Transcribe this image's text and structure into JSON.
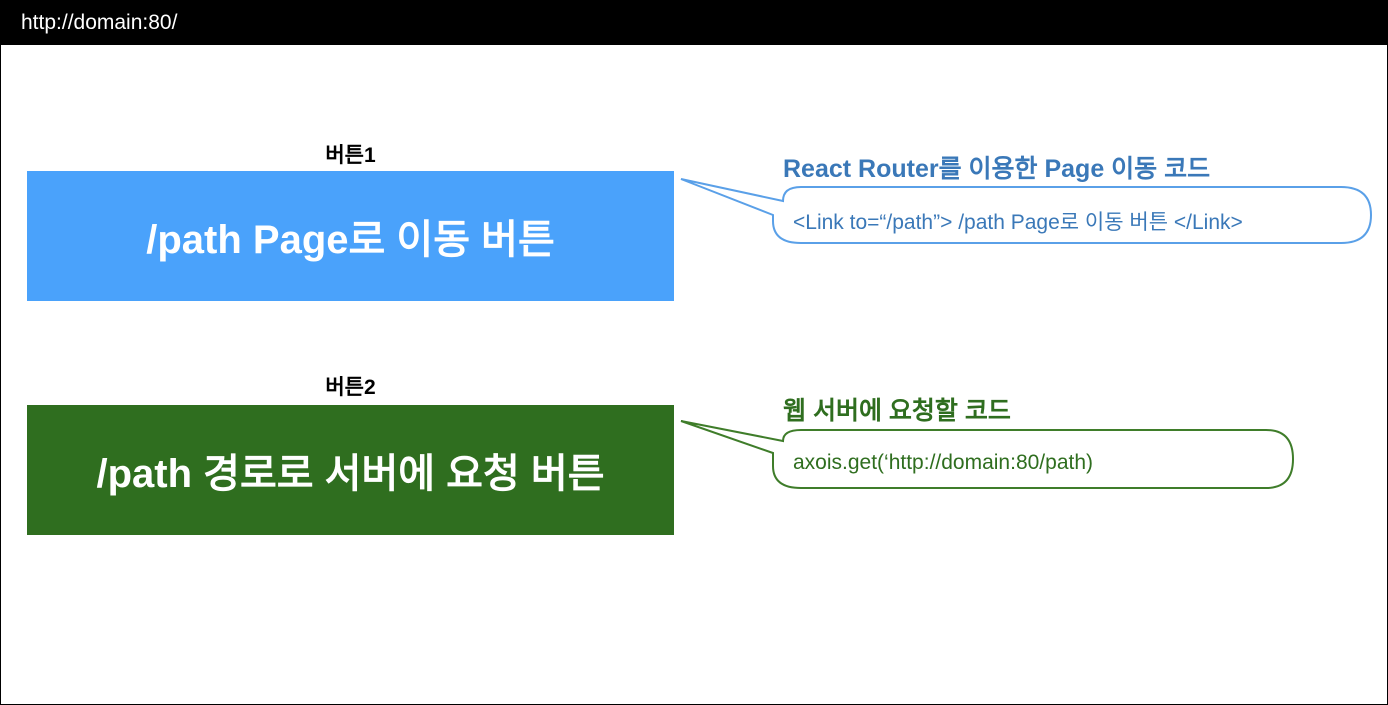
{
  "url_bar": {
    "url": "http://domain:80/"
  },
  "button1": {
    "caption": "버튼1",
    "label": "/path Page로 이동 버튼",
    "color": "#4aa2fb"
  },
  "button2": {
    "caption": "버튼2",
    "label": "/path 경로로 서버에 요청 버튼",
    "color": "#2f6e1f"
  },
  "callout1": {
    "title": "React Router를 이용한 Page 이동 코드",
    "code": "<Link to=“/path”> /path Page로 이동 버튼 </Link>",
    "color": "#3a78b8"
  },
  "callout2": {
    "title": "웹 서버에 요청할 코드",
    "code": "axois.get(‘http://domain:80/path)",
    "color": "#2f6e1f"
  }
}
